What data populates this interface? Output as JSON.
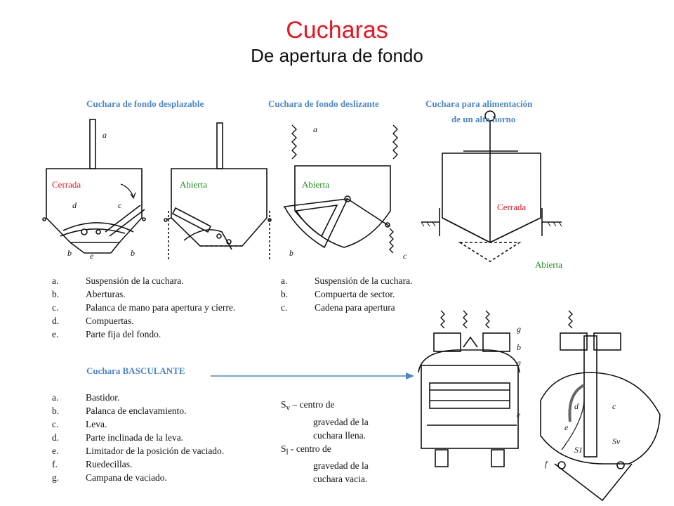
{
  "header": {
    "title": "Cucharas",
    "subtitle": "De apertura de fondo"
  },
  "captions": {
    "desplazable": "Cuchara de fondo desplazable",
    "deslizante": "Cuchara de fondo deslizante",
    "alto_horno_line1": "Cuchara para alimentación",
    "alto_horno_line2": "de un alto horno",
    "basculante": "Cuchara BASCULANTE"
  },
  "states": {
    "cerrada_1": "Cerrada",
    "abierta_1": "Abierta",
    "abierta_2": "Abierta",
    "cerrada_2": "Cerrada",
    "abierta_3": "Abierta"
  },
  "lists": {
    "desplazable": [
      {
        "key": "a.",
        "text": "Suspensión de la cuchara."
      },
      {
        "key": "b.",
        "text": "Aberturas."
      },
      {
        "key": "c.",
        "text": "Palanca de mano para apertura y cierre."
      },
      {
        "key": "d.",
        "text": "Compuertas."
      },
      {
        "key": "e.",
        "text": "Parte fija del fondo."
      }
    ],
    "deslizante": [
      {
        "key": "a.",
        "text": "Suspensión de la cuchara."
      },
      {
        "key": "b.",
        "text": "Compuerta de sector."
      },
      {
        "key": "c.",
        "text": "Cadena para apertura"
      }
    ],
    "basculante": [
      {
        "key": "a.",
        "text": "Bastidor."
      },
      {
        "key": "b.",
        "text": "Palanca de enclavamiento."
      },
      {
        "key": "c.",
        "text": "Leva."
      },
      {
        "key": "d.",
        "text": "Parte inclinada de la leva."
      },
      {
        "key": "e.",
        "text": "Limitador de la posición de vaciado."
      },
      {
        "key": "f.",
        "text": "Ruedecillas."
      },
      {
        "key": "g.",
        "text": "Campana de vaciado."
      }
    ]
  },
  "notes": {
    "sv_label": "Sv – centro de",
    "sv_rest1": "gravedad de la",
    "sv_rest2": "cuchara llena.",
    "sl_label": "Sl - centro de",
    "sl_rest1": "gravedad de la",
    "sl_rest2": "cuchara vacia."
  },
  "figure_letters": {
    "a": "a",
    "b": "b",
    "c": "c",
    "d": "d",
    "e": "e",
    "f": "f",
    "g": "g",
    "s1": "S1",
    "sv": "Sv"
  },
  "colors": {
    "title": "#e8141e",
    "caption": "#4a86c8",
    "closed": "#e8141e",
    "open": "#1b8c1b",
    "arrow": "#4a86c8"
  }
}
